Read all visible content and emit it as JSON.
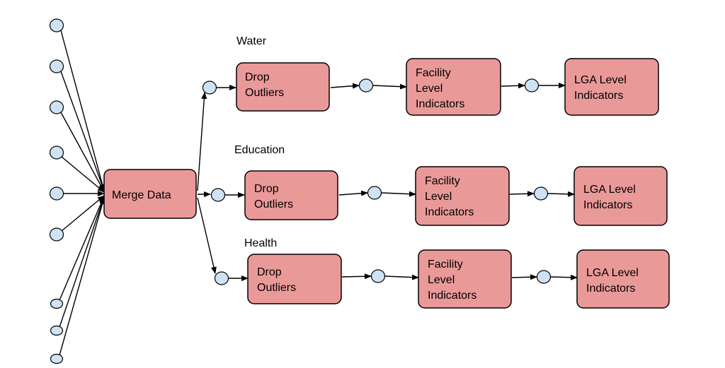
{
  "pipeline": {
    "merge_label": "Merge Data",
    "sections": [
      {
        "label": "Water",
        "steps": [
          [
            "Drop",
            "Outliers"
          ],
          [
            "Facility",
            "Level",
            "Indicators"
          ],
          [
            "LGA Level",
            "Indicators"
          ]
        ]
      },
      {
        "label": "Education",
        "steps": [
          [
            "Drop",
            "Outliers"
          ],
          [
            "Facility",
            "Level",
            "Indicators"
          ],
          [
            "LGA Level",
            "Indicators"
          ]
        ]
      },
      {
        "label": "Health",
        "steps": [
          [
            "Drop",
            "Outliers"
          ],
          [
            "Facility",
            "Level",
            "Indicators"
          ],
          [
            "LGA Level",
            "Indicators"
          ]
        ]
      }
    ]
  },
  "colors": {
    "box_fill": "#ea9999",
    "node_fill": "#cfe2f3",
    "stroke": "#000000"
  }
}
